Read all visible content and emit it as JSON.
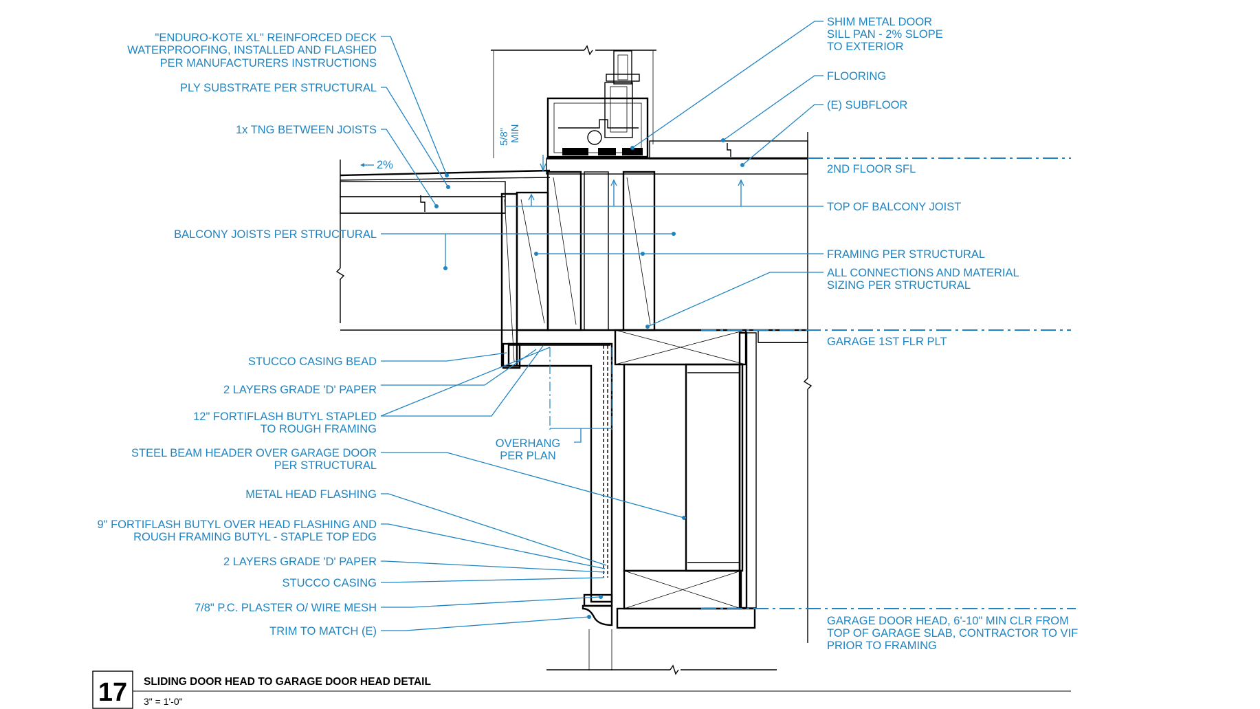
{
  "detail": {
    "number": "17",
    "title": "SLIDING DOOR HEAD TO GARAGE DOOR HEAD DETAIL",
    "scale": "3\" = 1'-0\""
  },
  "slope_label": "2%",
  "dimension_label": [
    "5/8\"",
    "MIN"
  ],
  "overhang_label": [
    "OVERHANG",
    "PER PLAN"
  ],
  "left_labels": {
    "enduro_kote": [
      "\"ENDURO-KOTE XL\" REINFORCED DECK",
      "WATERPROOFING, INSTALLED AND FLASHED",
      "PER MANUFACTURERS INSTRUCTIONS"
    ],
    "ply_substrate": "PLY SUBSTRATE PER STRUCTURAL",
    "tng": "1x TNG BETWEEN JOISTS",
    "balcony_joists": "BALCONY JOISTS PER STRUCTURAL",
    "stucco_casing_bead": "STUCCO CASING BEAD",
    "grade_d_paper_1": "2 LAYERS GRADE 'D' PAPER",
    "fortiflash_12": [
      "12\" FORTIFLASH BUTYL STAPLED",
      "TO ROUGH FRAMING"
    ],
    "steel_beam": [
      "STEEL BEAM HEADER OVER GARAGE DOOR",
      "PER STRUCTURAL"
    ],
    "metal_head_flashing": "METAL HEAD FLASHING",
    "fortiflash_9": [
      "9\" FORTIFLASH BUTYL OVER HEAD FLASHING AND",
      "ROUGH FRAMING BUTYL - STAPLE TOP EDG"
    ],
    "grade_d_paper_2": "2 LAYERS GRADE 'D' PAPER",
    "stucco_casing": "STUCCO CASING",
    "pc_plaster": "7/8\" P.C. PLASTER O/ WIRE MESH",
    "trim": "TRIM TO MATCH (E)"
  },
  "right_labels": {
    "shim_sill_pan": [
      "SHIM METAL DOOR",
      "SILL PAN - 2% SLOPE",
      "TO EXTERIOR"
    ],
    "flooring": "FLOORING",
    "subfloor": "(E) SUBFLOOR",
    "floor_sfl": "2ND FLOOR SFL",
    "balcony_joist_top": "TOP OF BALCONY JOIST",
    "framing": "FRAMING PER STRUCTURAL",
    "connections": [
      "ALL CONNECTIONS AND MATERIAL",
      "SIZING PER STRUCTURAL"
    ],
    "garage_plt": "GARAGE 1ST FLR PLT",
    "garage_door_head": [
      "GARAGE DOOR HEAD, 6'-10\" MIN CLR FROM",
      "TOP OF GARAGE SLAB, CONTRACTOR TO VIF",
      "PRIOR TO FRAMING"
    ]
  },
  "colors": {
    "annotation": "#1f84c2",
    "linework": "#000000"
  }
}
